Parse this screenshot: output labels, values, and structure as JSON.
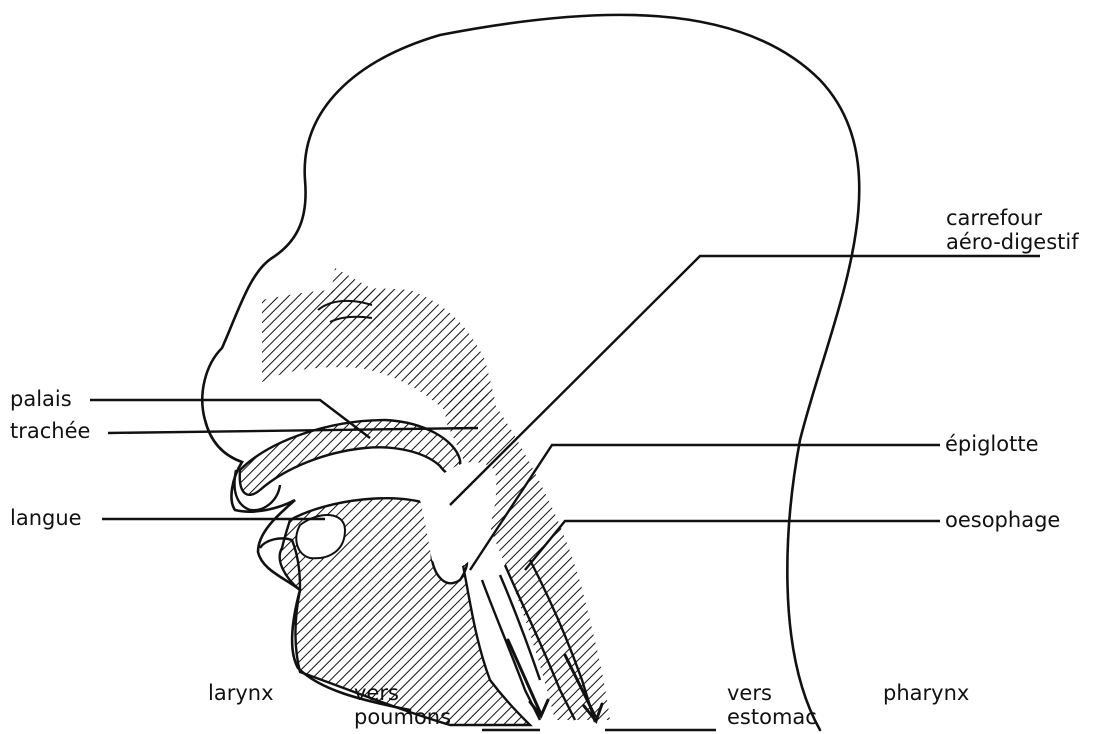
{
  "labels": {
    "carrefour_line1": "carrefour",
    "carrefour_line2": "aéro-digestif",
    "palais": "palais",
    "epiglotte": "épiglotte",
    "langue": "langue",
    "oesophage": "oesophage",
    "trachee": "trachée",
    "larynx": "larynx",
    "vers_poumons_line1": "vers",
    "vers_poumons_line2": "poumons",
    "vers_estomac_line1": "vers",
    "vers_estomac_line2": "estomac",
    "pharynx": "pharynx"
  },
  "colors": {
    "ink": "#111111",
    "background": "#ffffff"
  }
}
